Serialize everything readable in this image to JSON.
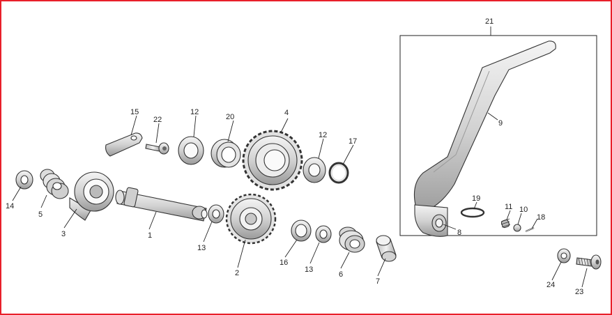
{
  "diagram": {
    "border_color": "#e8202a",
    "callouts": {
      "c1": "1",
      "c2": "2",
      "c3": "3",
      "c4": "4",
      "c5": "5",
      "c6": "6",
      "c7": "7",
      "c8": "8",
      "c9": "9",
      "c10": "10",
      "c11": "11",
      "c12a": "12",
      "c12b": "12",
      "c13a": "13",
      "c13b": "13",
      "c14": "14",
      "c15": "15",
      "c16": "16",
      "c17": "17",
      "c18": "18",
      "c19": "19",
      "c20": "20",
      "c21": "21",
      "c22": "22",
      "c23": "23",
      "c24": "24"
    }
  }
}
